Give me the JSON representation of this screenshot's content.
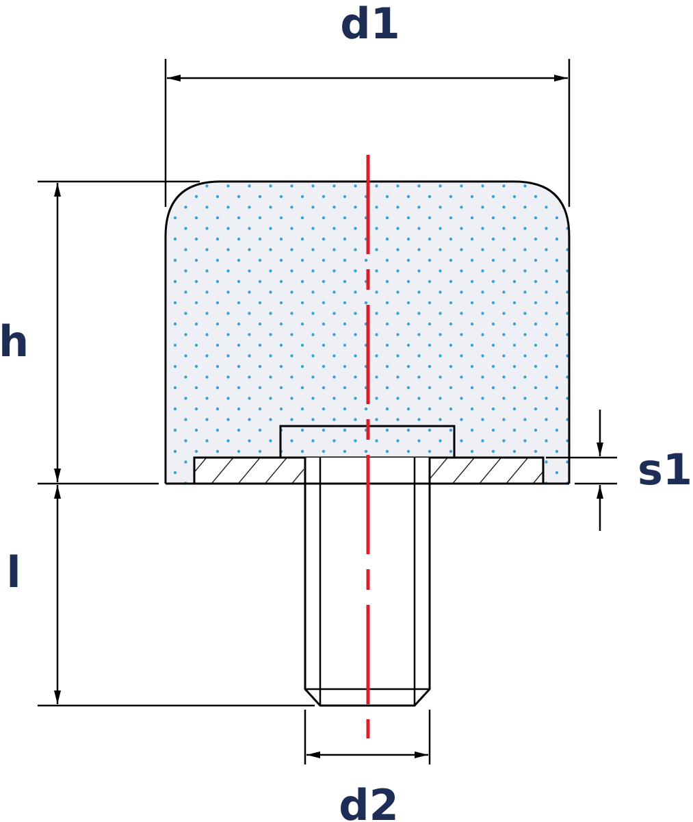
{
  "labels": {
    "d1": "d1",
    "d2": "d2",
    "h": "h",
    "l": "l",
    "s1": "s1"
  },
  "colors": {
    "label": "#1d2d55",
    "centerline": "#d81e28",
    "dots": "#3aa0d8",
    "fill": "#eef0f5",
    "line": "#000000"
  }
}
